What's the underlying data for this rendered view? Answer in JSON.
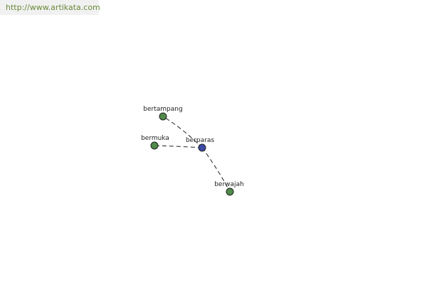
{
  "site": {
    "url": "http://www.artikata.com"
  },
  "graph": {
    "center": {
      "id": "berparas",
      "label": "berparas",
      "color": "#3b4aa6"
    },
    "neighbors": [
      {
        "id": "bertampang",
        "label": "bertampang",
        "color": "#4f8a4a"
      },
      {
        "id": "bermuka",
        "label": "bermuka",
        "color": "#4f8a4a"
      },
      {
        "id": "berwajah",
        "label": "berwajah",
        "color": "#4f8a4a"
      }
    ]
  }
}
